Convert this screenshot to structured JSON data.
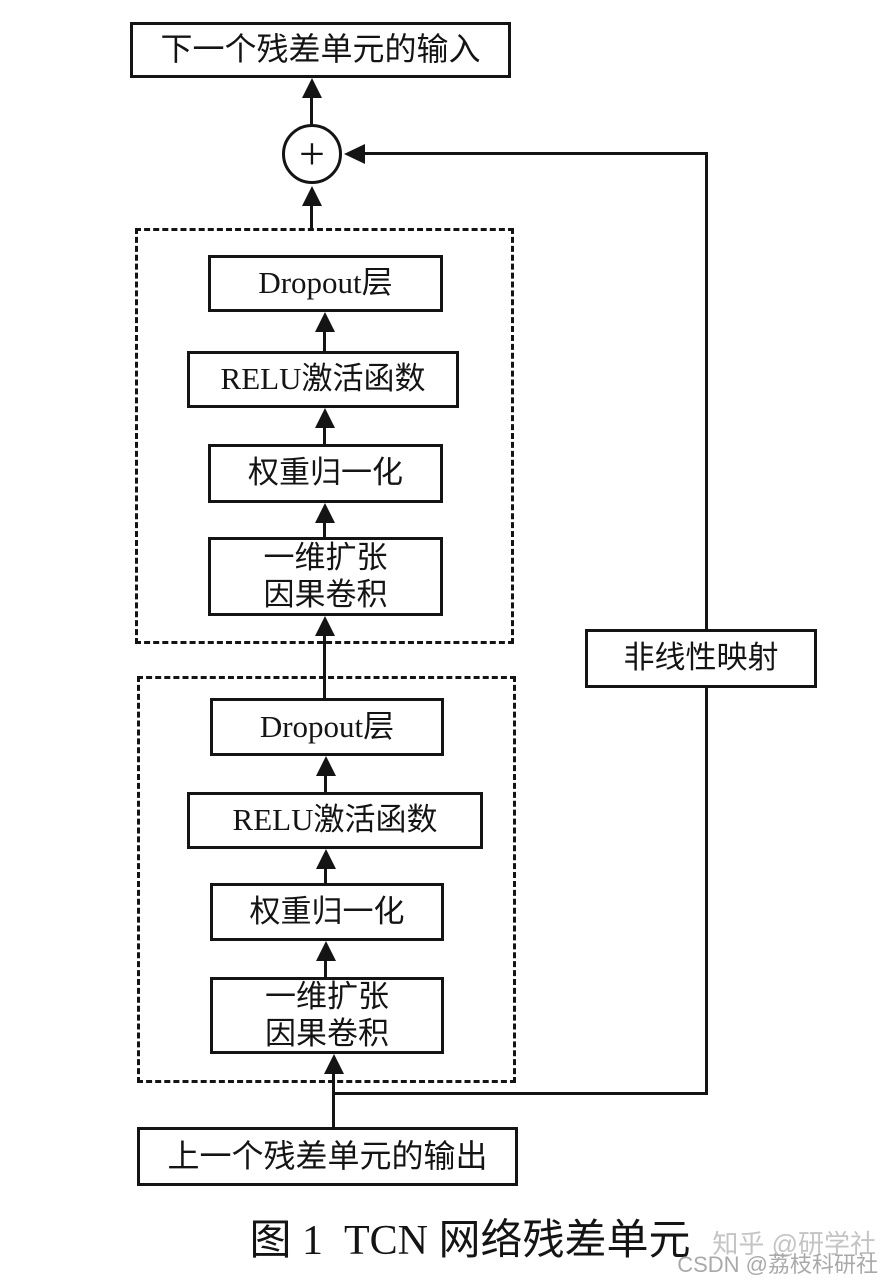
{
  "diagram": {
    "next_input_label": "下一个残差单元的输入",
    "prev_output_label": "上一个残差单元的输出",
    "sum_symbol": "+",
    "nonlinear_label": "非线性映射",
    "blocks": [
      {
        "dropout": "Dropout层",
        "relu": "RELU激活函数",
        "weight_norm": "权重归一化",
        "conv_line1": "一维扩张",
        "conv_line2": "因果卷积"
      },
      {
        "dropout": "Dropout层",
        "relu": "RELU激活函数",
        "weight_norm": "权重归一化",
        "conv_line1": "一维扩张",
        "conv_line2": "因果卷积"
      }
    ]
  },
  "caption": {
    "text": "图 1  TCN 网络残差单元"
  },
  "watermarks": {
    "zhihu": "知乎 @研学社",
    "csdn": "CSDN @荔枝科研社"
  },
  "colors": {
    "ink": "#141414",
    "background": "#ffffff",
    "watermark_light": "#c4c4c4",
    "watermark_dark": "#a9a9a9"
  }
}
